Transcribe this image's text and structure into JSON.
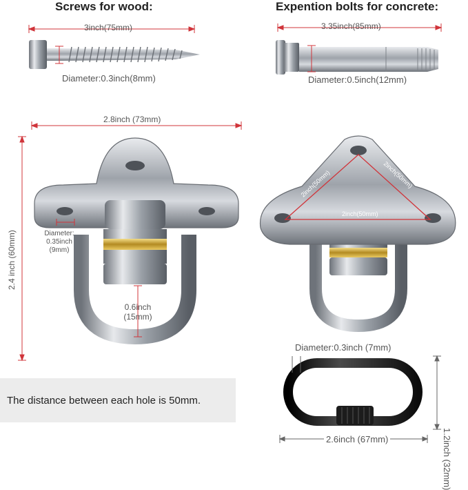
{
  "titles": {
    "screws": "Screws for wood:",
    "bolts": "Expention bolts for concrete:"
  },
  "screw": {
    "length": "3inch(75mm)",
    "diameter": "Diameter:0.3inch(8mm)"
  },
  "bolt": {
    "length": "3.35inch(85mm)",
    "diameter": "Diameter:0.5inch(12mm)"
  },
  "hook": {
    "width": "2.8inch (73mm)",
    "height": "2.4 inch (60mm)",
    "hole_diameter_line1": "Diameter:",
    "hole_diameter_line2": "0.35inch",
    "hole_diameter_line3": "(9mm)",
    "ring_gap_line1": "0.6inch",
    "ring_gap_line2": "(15mm)"
  },
  "plate": {
    "side_left": "2inch(50mm)",
    "side_right": "2inch(50mm)",
    "side_bottom": "2inch(50mm)"
  },
  "note": "The distance between each hole is 50mm.",
  "link": {
    "diameter": "Diameter:0.3inch (7mm)",
    "height": "1.2inch (32mm)",
    "width": "2.6inch (67mm)"
  },
  "colors": {
    "dimension_red": "#d0343a",
    "steel": "#a9adb3",
    "brass": "#c9a43a",
    "link_black": "#1c1c1c"
  }
}
